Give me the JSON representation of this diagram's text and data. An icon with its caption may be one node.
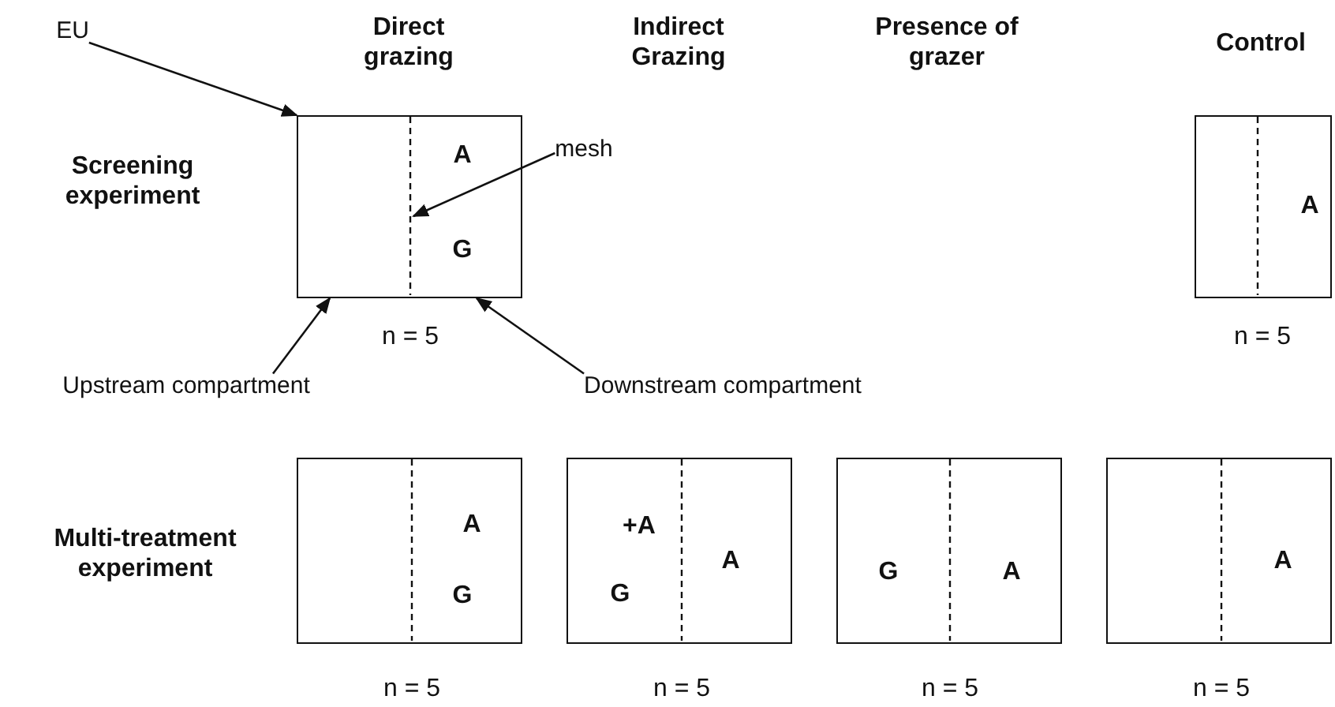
{
  "diagram": {
    "nodes": [
      {
        "text": [
          "A",
          "G"
        ],
        "beside": [
          "n = 5"
        ]
      },
      {
        "text": [],
        "shape": "line",
        "in": 0
      },
      {
        "text": [
          "EU"
        ]
      },
      {
        "text": [
          "mesh"
        ]
      },
      {
        "text": [
          "Upstream compartment"
        ]
      },
      {
        "text": [
          "Downstream compartment"
        ]
      },
      {
        "text": [
          "A"
        ],
        "beside": [
          "n = 5"
        ]
      },
      {
        "text": [
          "A",
          "G"
        ],
        "beside": [
          "n = 5"
        ]
      },
      {
        "text": [
          "+A",
          "G",
          "A"
        ],
        "beside": [
          "n = 5"
        ]
      },
      {
        "text": [
          "G",
          "A"
        ],
        "beside": [
          "n = 5"
        ]
      },
      {
        "text": [
          "A"
        ],
        "beside": [
          "n = 5"
        ]
      }
    ],
    "edges": [
      {
        "from": 2,
        "to": 0,
        "arrow": "to"
      },
      {
        "from": 3,
        "to": 1,
        "arrow": "to"
      },
      {
        "from": 4,
        "to": 0,
        "arrow": "to"
      },
      {
        "from": 5,
        "to": 0,
        "arrow": "to"
      }
    ],
    "labels": [
      "Direct grazing",
      "Indirect Grazing",
      "Presence of grazer",
      "Control",
      "Screening experiment",
      "Multi-treatment experiment"
    ]
  }
}
